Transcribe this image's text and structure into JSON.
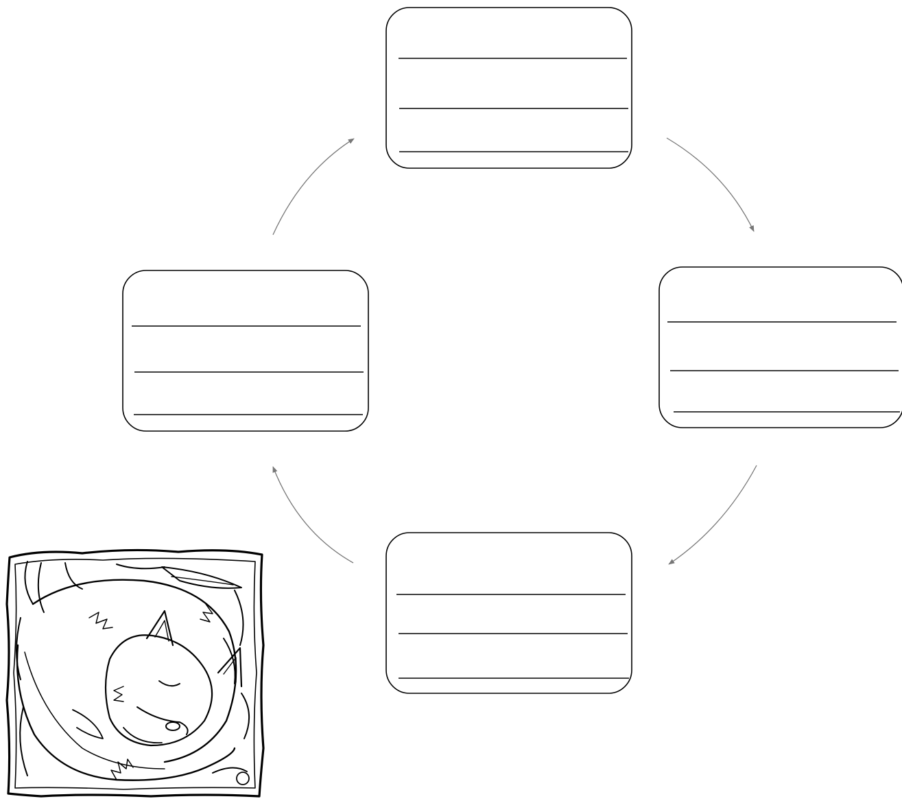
{
  "diagram": {
    "type": "cycle",
    "boxes": [
      {
        "id": "top",
        "lines": [
          "",
          "",
          ""
        ]
      },
      {
        "id": "right",
        "lines": [
          "",
          "",
          ""
        ]
      },
      {
        "id": "bottom",
        "lines": [
          "",
          "",
          ""
        ]
      },
      {
        "id": "left",
        "lines": [
          "",
          "",
          ""
        ]
      }
    ],
    "arrow_direction": "clockwise",
    "illustration": "sleeping-fox"
  },
  "colors": {
    "stroke": "#000000",
    "arrow": "#777777",
    "background": "#ffffff"
  }
}
